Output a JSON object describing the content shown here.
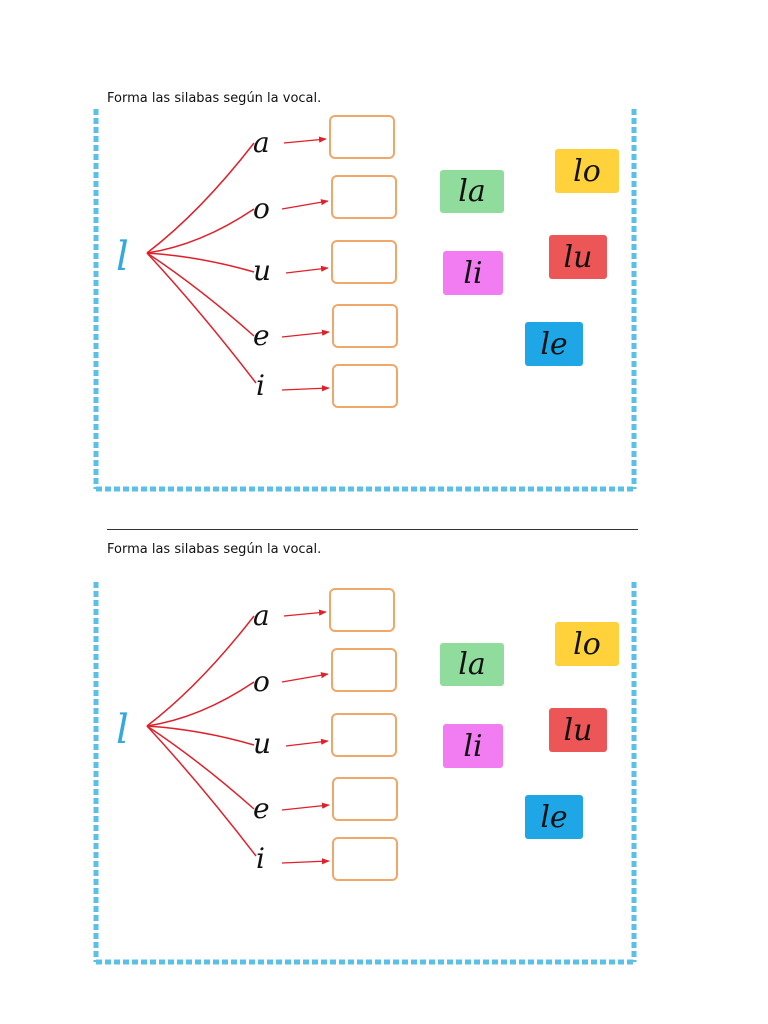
{
  "colors": {
    "frame": "#5bc0e8",
    "arrow": "#e0202a",
    "box_border": "#f0a86a",
    "root_letter": "#35a8de",
    "tile_la": "#8fdc9c",
    "tile_lo": "#ffd23c",
    "tile_li": "#f27cf2",
    "tile_lu": "#ec5656",
    "tile_le": "#1fa6e6"
  },
  "exercises": [
    {
      "instruction": "Forma las silabas según la vocal.",
      "root": "l",
      "vowels": [
        "a",
        "o",
        "u",
        "e",
        "i"
      ],
      "tiles": {
        "la": "la",
        "lo": "lo",
        "li": "li",
        "lu": "lu",
        "le": "le"
      }
    },
    {
      "instruction": "Forma las silabas según la vocal.",
      "root": "l",
      "vowels": [
        "a",
        "o",
        "u",
        "e",
        "i"
      ],
      "tiles": {
        "la": "la",
        "lo": "lo",
        "li": "li",
        "lu": "lu",
        "le": "le"
      }
    }
  ]
}
